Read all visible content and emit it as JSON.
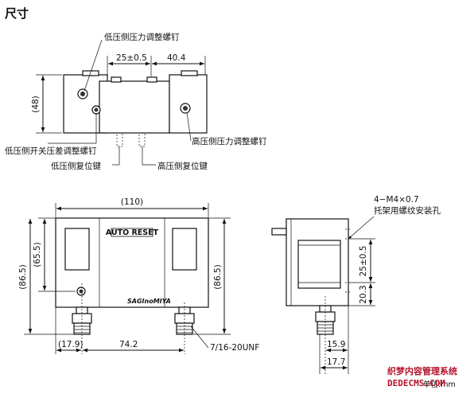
{
  "heading": "尺寸",
  "top_view": {
    "dim_25": "25±0.5",
    "dim_40": "40.4",
    "dim_48": "(48)",
    "label_low_adjust": "低压侧压力调整螺钉",
    "label_low_diff": "低压侧开关压差调整螺钉",
    "label_low_reset": "低压侧复位键",
    "label_high_reset": "高压侧复位键",
    "label_high_adjust": "高压侧压力调整螺钉"
  },
  "front_view": {
    "dim_110": "(110)",
    "dim_655": "(65.5)",
    "dim_865_left": "(86.5)",
    "dim_865_right": "(86.5)",
    "dim_179": "(17.9)",
    "dim_742": "74.2",
    "thread": "7/16-20UNF",
    "reset_text": "AUTO RESET",
    "brand": "SAGInoMIYA"
  },
  "side_view": {
    "screw_spec": "4−M4×0.7",
    "screw_desc": "托架用螺纹安装孔",
    "dim_25": "25±0.5",
    "dim_203": "20.3",
    "dim_159": "15.9",
    "dim_177": "17.7",
    "partial": "单位:mm"
  },
  "watermark": {
    "line1": "织梦内容管理系统",
    "line2": "DEDECMS.COM"
  }
}
